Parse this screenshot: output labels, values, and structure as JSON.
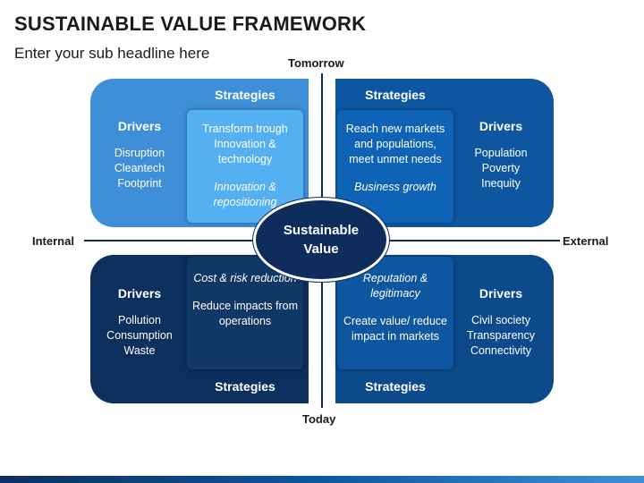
{
  "header": {
    "title": "SUSTAINABLE VALUE FRAMEWORK",
    "subtitle": "Enter your sub headline here"
  },
  "axes": {
    "top": "Tomorrow",
    "bottom": "Today",
    "left": "Internal",
    "right": "External"
  },
  "center": {
    "line1": "Sustainable",
    "line2": "Value"
  },
  "quadrants": {
    "top_left": {
      "strategies_label": "Strategies",
      "drivers_label": "Drivers",
      "drivers": [
        "Disruption",
        "Cleantech",
        "Footprint"
      ],
      "strategy_text": "Transform trough Innovation & technology",
      "strategy_focus": "Innovation & repositioning"
    },
    "top_right": {
      "strategies_label": "Strategies",
      "drivers_label": "Drivers",
      "drivers": [
        "Population",
        "Poverty",
        "Inequity"
      ],
      "strategy_text": "Reach new markets and populations, meet unmet needs",
      "strategy_focus": "Business growth"
    },
    "bottom_left": {
      "strategies_label": "Strategies",
      "drivers_label": "Drivers",
      "drivers": [
        "Pollution",
        "Consumption",
        "Waste"
      ],
      "strategy_focus": "Cost & risk reduction",
      "strategy_text": "Reduce impacts from operations"
    },
    "bottom_right": {
      "strategies_label": "Strategies",
      "drivers_label": "Drivers",
      "drivers": [
        "Civil society",
        "Transparency",
        "Connectivity"
      ],
      "strategy_focus": "Reputation & legitimacy",
      "strategy_text": "Create value/ reduce impact in markets"
    }
  },
  "colors": {
    "top_left": "#3f8fd8",
    "top_right": "#0e57a0",
    "bottom_left": "#0c2f5e",
    "bottom_right": "#0c4a8c",
    "center": "#0f2d5c"
  }
}
